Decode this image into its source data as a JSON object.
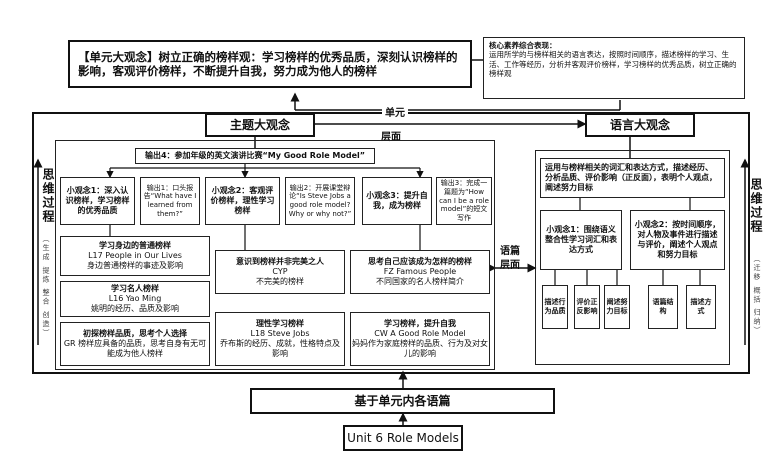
{
  "unit_big_idea": "【单元大观念】树立正确的榜样观：学习榜样的优秀品质，深刻认识榜样的影响，客观评价榜样，不断提升自我，努力成为他人的榜样",
  "core_literacy": {
    "title": "核心素养综合表现：",
    "body": "运用所学的与榜样相关的语言表达，按照时间顺序，描述榜样的学习、生活、工作等经历，分析并客观评价榜样，学习榜样的优秀品质，树立正确的榜样观"
  },
  "labels": {
    "unit": "单元",
    "level": "层面",
    "theme_big_idea": "主题大观念",
    "language_big_idea": "语言大观念",
    "discourse_level": "语篇\n层面",
    "thinking_process_left": "思维过程",
    "thinking_sub_left": "（生成 提炼 整合 创造）",
    "thinking_process_right": "思维过程",
    "thinking_sub_right": "（迁移 概括 归纳）",
    "based_on": "基于单元内各语篇",
    "unit_title": "Unit 6 Role Models"
  },
  "output4": "输出4：参加年级的英文演讲比赛“My Good Role Model”",
  "theme": {
    "mini1": "小观念1：深入认识榜样，学习榜样的优秀品质",
    "out1": "输出1：口头报告“What have I learned from them?”",
    "mini2": "小观念2：客观评价榜样，理性学习榜样",
    "out2": "输出2：开展课堂辩论“Is Steve Jobs a good role model? Why or why not?”",
    "mini3": "小观念3：提升自我，成为榜样",
    "out3": "输出3：完成一篇题为“How can I be a role model”的短文写作",
    "t1_title": "学习身边的普通榜样",
    "t1_body": "L17 People in Our Lives\n身边普通榜样的事迹及影响",
    "t2_title": "学习名人榜样",
    "t2_body": "L16 Yao Ming\n姚明的经历、品质及影响",
    "t3_title": "初探榜样品质，思考个人选择",
    "t3_body": "GR 榜样应具备的品质，思考自身有无可能成为他人榜样",
    "t4_title": "意识到榜样并非完美之人",
    "t4_body": "CYP\n不完美的榜样",
    "t5_title": "理性学习榜样",
    "t5_body": "L18 Steve Jobs\n乔布斯的经历、成就，性格特点及影响",
    "t6_title": "思考自己应该成为怎样的榜样",
    "t6_body": "FZ Famous People\n不同国家的名人榜样简介",
    "t7_title": "学习榜样，提升自我",
    "t7_body": "CW A Good Role Model\n妈妈作为家庭榜样的品质、行为及对女儿的影响"
  },
  "language": {
    "top": "运用与榜样相关的词汇和表达方式，描述经历、分析品质、评价影响（正反面），表明个人观点，阐述努力目标",
    "mini1": "小观念1：围绕语义整合性学习词汇和表达方式",
    "mini2": "小观念2：按时间顺序，对人物及事件进行描述与评价，阐述个人观点和努力目标",
    "leaves": [
      "描述行为品质",
      "评价正反影响",
      "阐述努力目标",
      "语篇结构",
      "描述方式"
    ]
  }
}
